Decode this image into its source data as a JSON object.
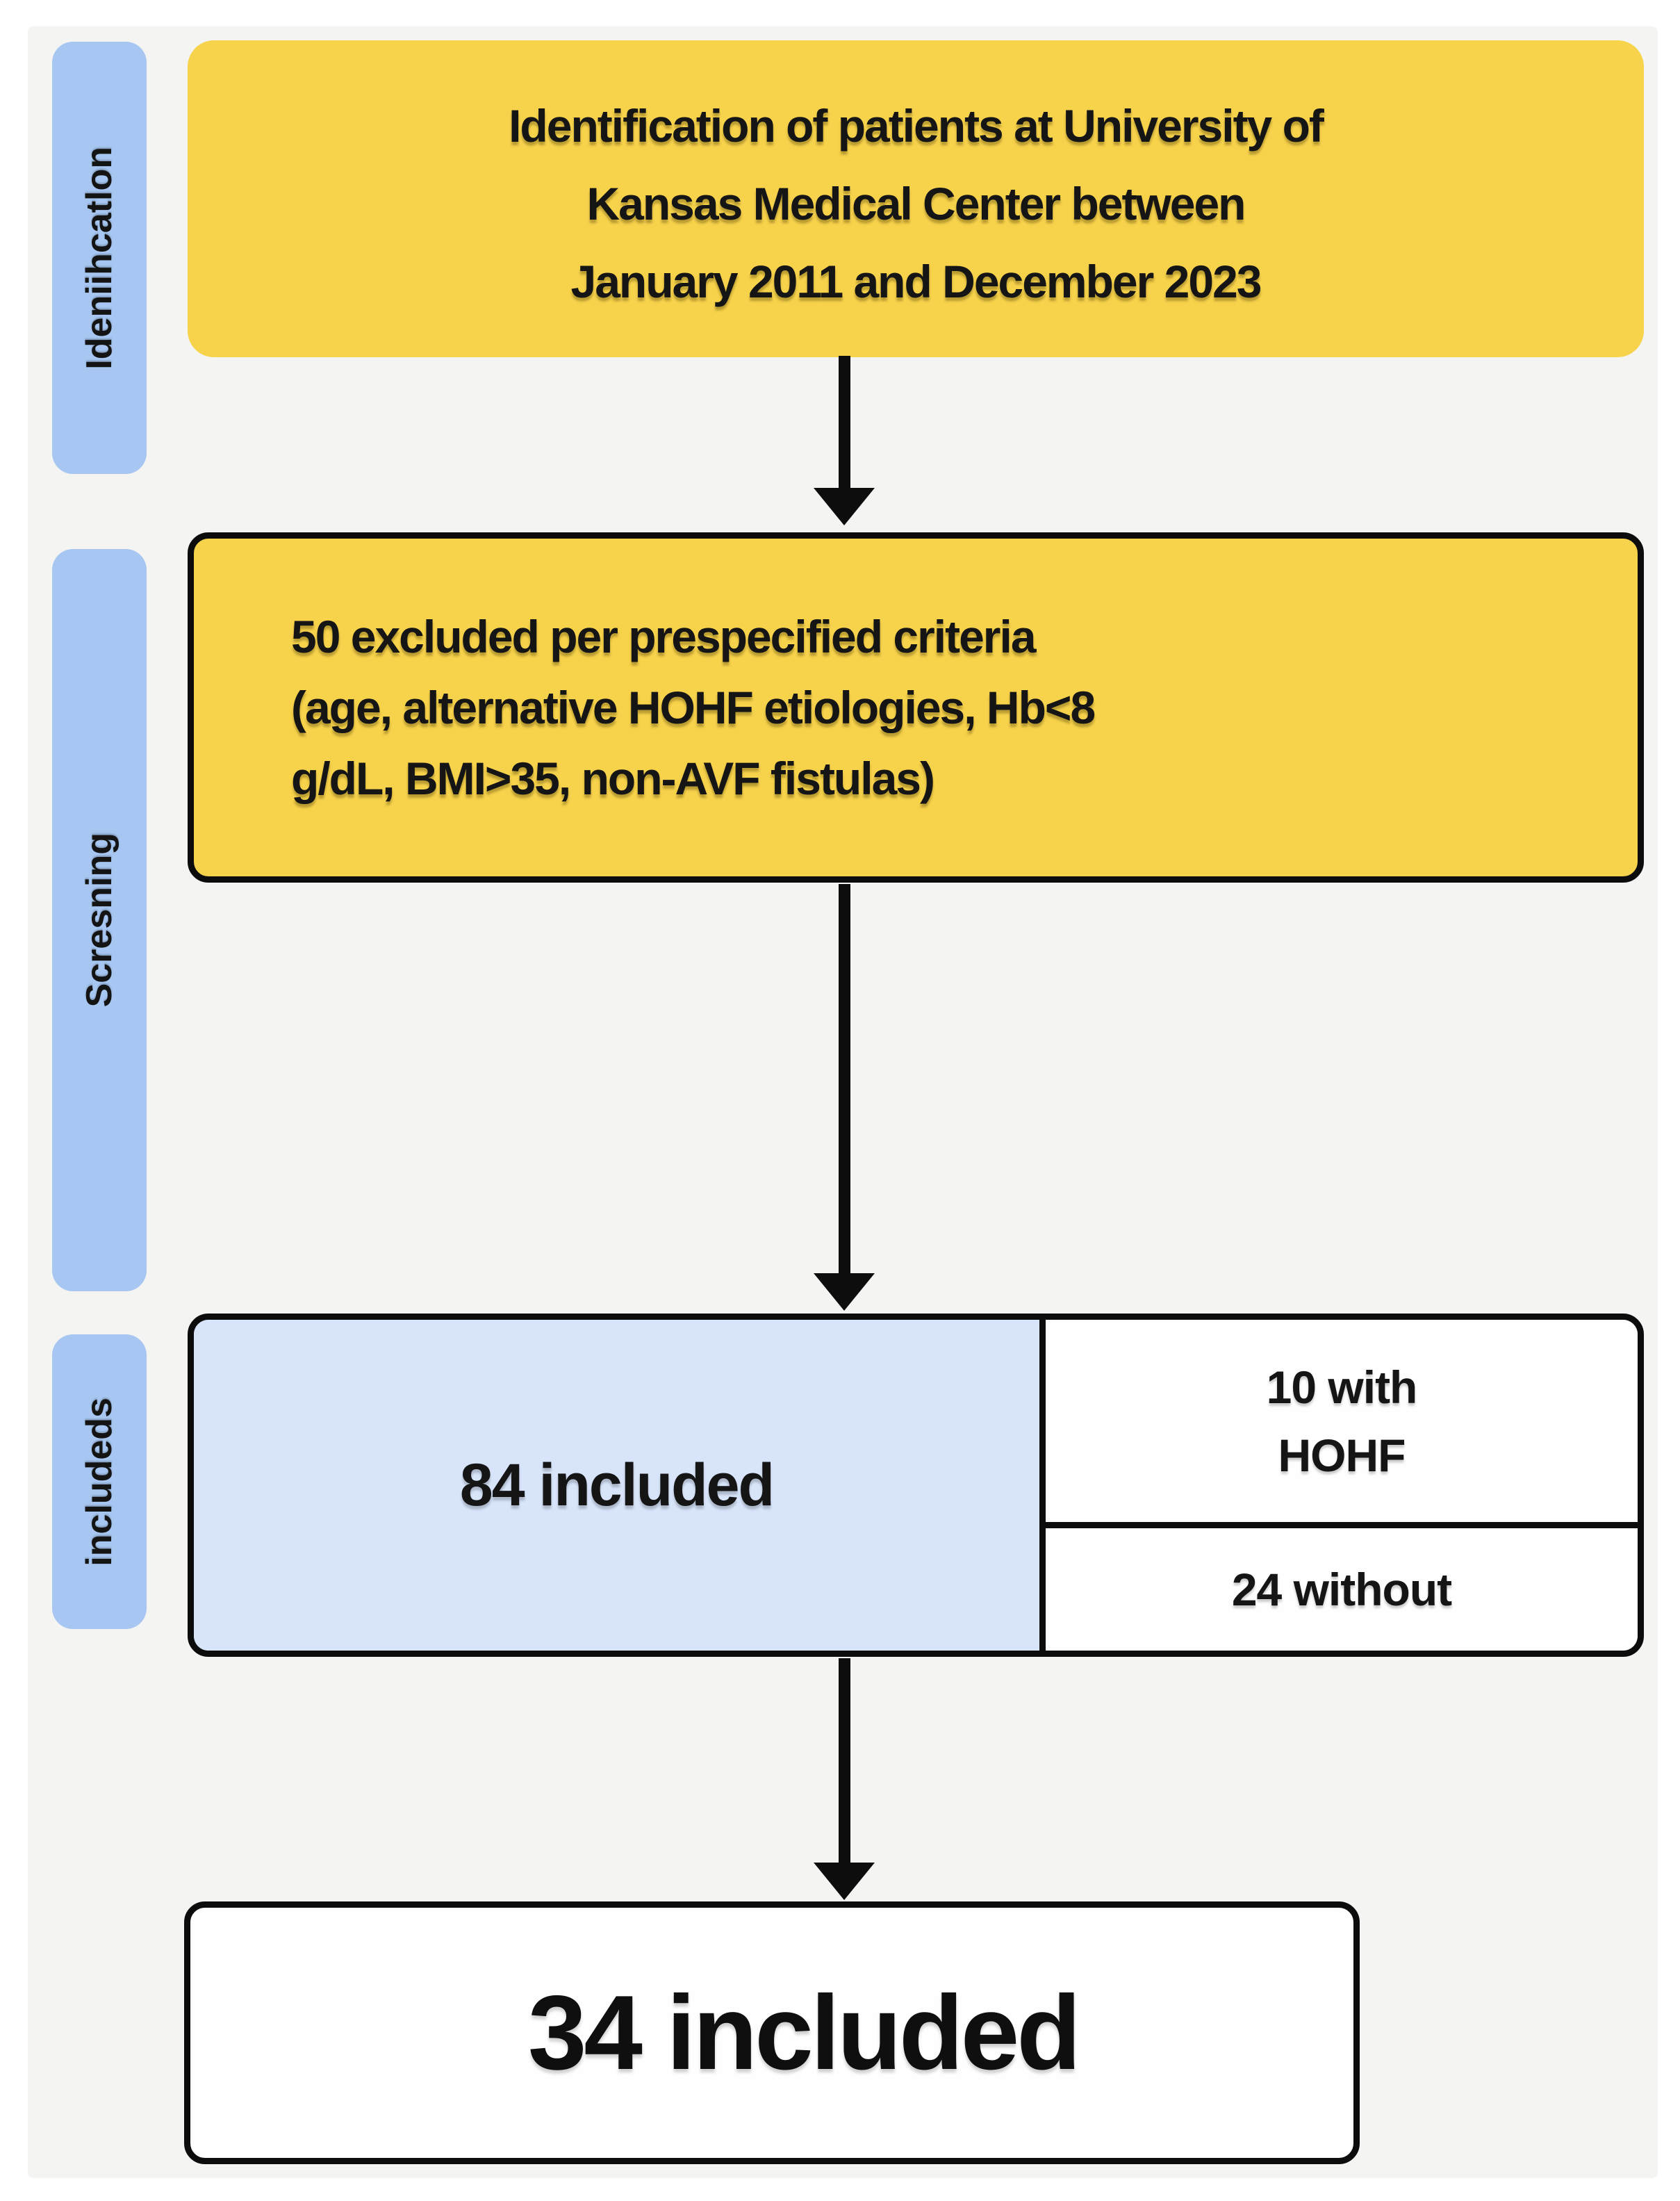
{
  "colors": {
    "panel_background": "#f4f4f3",
    "box_yellow": "#f7d24b",
    "stage_blue": "#a7c7f2",
    "included_cell_blue": "#d7e4fa",
    "border_black": "#0c0c0c",
    "text_black": "#151515",
    "box_white": "#fefefe"
  },
  "sidebar": {
    "stages": [
      {
        "label": "Ideniihcatlon"
      },
      {
        "label": "Scresning"
      },
      {
        "label": "includeds"
      }
    ]
  },
  "flow": {
    "identification_box": {
      "lines": [
        "Identification of patients at University of",
        "Kansas Medical Center between",
        "January 2011 and December 2023"
      ]
    },
    "exclusion_box": {
      "lines": [
        "50 excluded per prespecified criteria",
        "(age, alternative HOHF etiologies, Hb<8",
        "g/dL, BMI>35, non-AVF fistulas)"
      ]
    },
    "included_box": {
      "left_label": "84 included",
      "right_top_lines": [
        "10 with",
        "HOHF"
      ],
      "right_bottom_label": "24 without"
    },
    "final_box": {
      "label": "34 included"
    }
  }
}
